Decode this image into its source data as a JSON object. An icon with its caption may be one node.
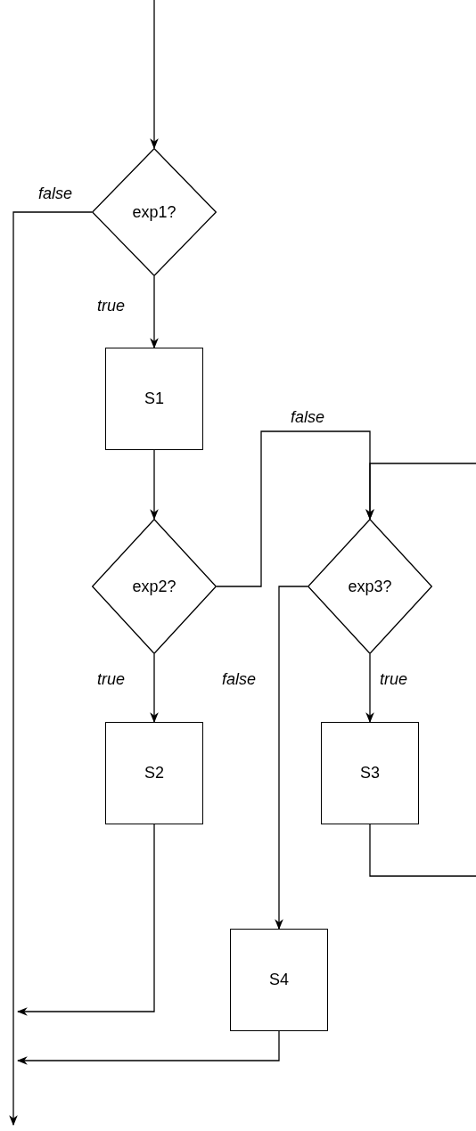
{
  "diagram": {
    "nodes": [
      {
        "text": [
          "exp1?"
        ]
      },
      {
        "text": [
          "S1"
        ]
      },
      {
        "text": [
          "exp2?"
        ]
      },
      {
        "text": [
          "exp3?"
        ]
      },
      {
        "text": [
          "S2"
        ]
      },
      {
        "text": [
          "S3"
        ]
      },
      {
        "text": [
          "S4"
        ]
      }
    ],
    "edges": [
      {
        "from": null,
        "to": 0,
        "arrow": "to"
      },
      {
        "from": 0,
        "to": 1,
        "arrow": "to",
        "label": "true"
      },
      {
        "from": 0,
        "to": null,
        "arrow": "to",
        "label": "false"
      },
      {
        "from": 1,
        "to": 2,
        "arrow": "to"
      },
      {
        "from": 2,
        "to": 3,
        "arrow": "to",
        "label": "false"
      },
      {
        "from": 2,
        "to": 4,
        "arrow": "to",
        "label": "true"
      },
      {
        "from": 3,
        "to": 5,
        "arrow": "to",
        "label": "true"
      },
      {
        "from": 3,
        "to": 6,
        "arrow": "to",
        "label": "false"
      },
      {
        "from": 4,
        "to": null,
        "arrow": "to"
      },
      {
        "from": 6,
        "to": null,
        "arrow": "to"
      },
      {
        "from": 5,
        "to": null,
        "arrow": "none"
      },
      {
        "from": null,
        "to": 3,
        "arrow": "to"
      }
    ]
  }
}
